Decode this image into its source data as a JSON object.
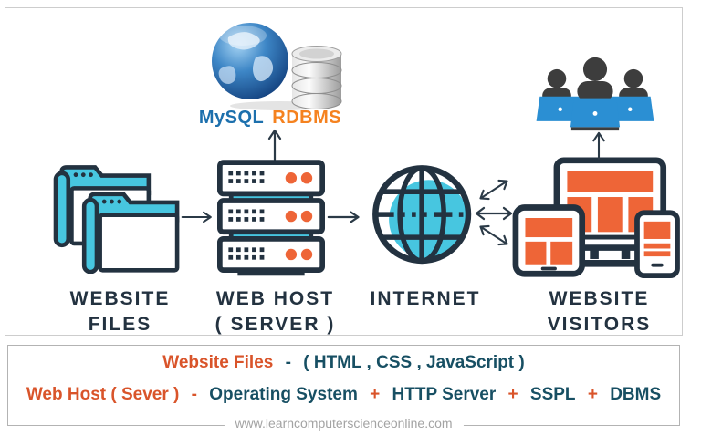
{
  "diagram": {
    "db_stack": {
      "mysql": "MySQL",
      "rdbms": "RDBMS"
    },
    "labels": {
      "files1": "WEBSITE",
      "files2": "FILES",
      "host1": "WEB HOST",
      "host2": "( SERVER )",
      "internet": "INTERNET",
      "visitors1": "WEBSITE",
      "visitors2": "VISITORS"
    }
  },
  "legend": {
    "row1": {
      "term": "Website Files",
      "dash": "-",
      "definition": "( HTML , CSS , JavaScript )"
    },
    "row2": {
      "term": "Web Host ( Sever )",
      "dash": "-",
      "segments": [
        {
          "text": "Operating System"
        },
        {
          "text": "+"
        },
        {
          "text": "HTTP Server"
        },
        {
          "text": "+"
        },
        {
          "text": "SSPL"
        },
        {
          "text": "+"
        },
        {
          "text": "DBMS"
        }
      ]
    }
  },
  "footer": {
    "url": "www.learncomputerscienceonline.com"
  },
  "colors": {
    "cyan": "#47c6e0",
    "navy": "#233240",
    "orange": "#ee6537",
    "laptop_blue": "#2b8fd3",
    "people_dark": "#3d3d3d",
    "term_orange": "#d9542a",
    "teal_text": "#174f63",
    "mysql_blue": "#1d70ad",
    "rdbms_orange": "#f5821f",
    "footer_gray": "#a3a3a3"
  }
}
